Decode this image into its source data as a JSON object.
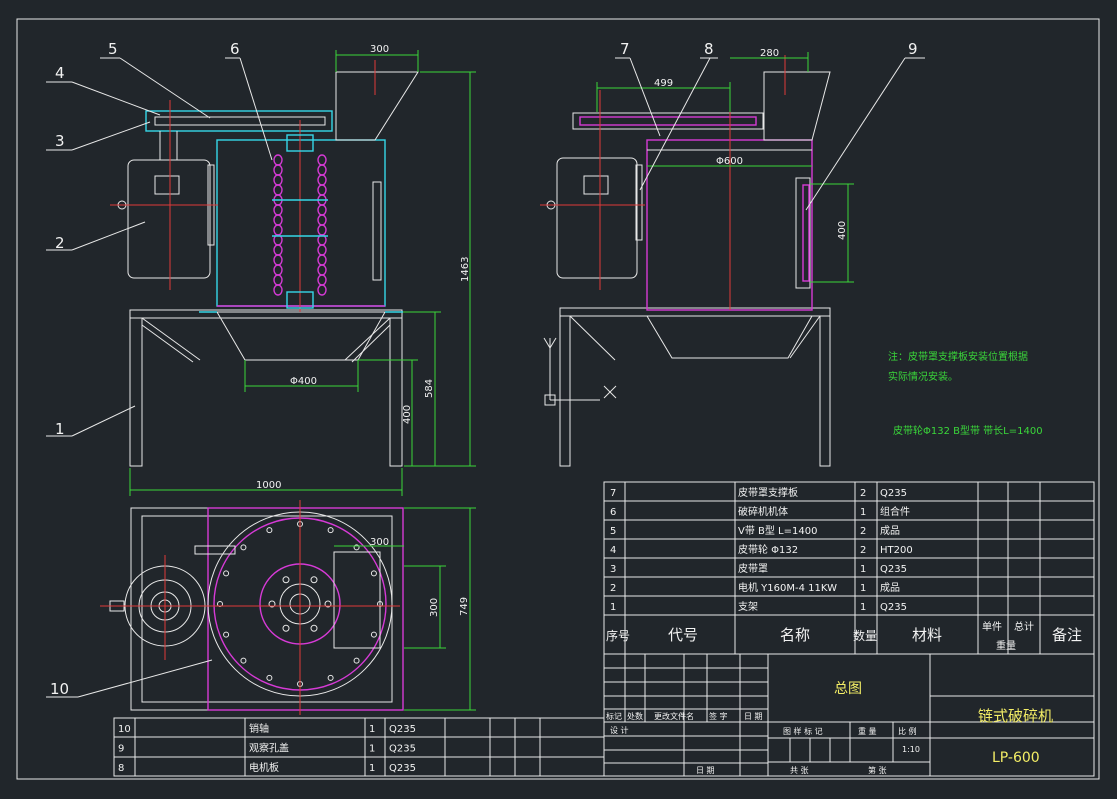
{
  "colors": {
    "background": "#21262b",
    "outline": "#e8e8e8",
    "cyan": "#36d7e8",
    "magenta": "#d63ad6",
    "red_centerline": "#e03a3a",
    "dimension_green": "#3ad63a",
    "table_text_yellow": "#f4ee66"
  },
  "balloons": [
    "1",
    "2",
    "3",
    "4",
    "5",
    "6",
    "7",
    "8",
    "9",
    "10"
  ],
  "dims": {
    "d300_top": "300",
    "d280": "280",
    "d499": "499",
    "d600": "Φ600",
    "d400_door": "400",
    "d1463": "1463",
    "d400_base": "Φ400",
    "d584": "584",
    "d400_leg": "400",
    "d1000": "1000",
    "d300_plan_w": "300",
    "d300_plan_h": "300",
    "d749": "749"
  },
  "notes": {
    "line1": "注：皮带罩支撑板安装位置根据",
    "line2": "实际情况安装。",
    "belt": "皮带轮Φ132 B型带 带长L=1400"
  },
  "bom_right": [
    {
      "no": "7",
      "name": "皮带罩支撑板",
      "qty": "2",
      "mat": "Q235"
    },
    {
      "no": "6",
      "name": "破碎机机体",
      "qty": "1",
      "mat": "组合件"
    },
    {
      "no": "5",
      "name": "V带 B型 L=1400",
      "qty": "2",
      "mat": "成品"
    },
    {
      "no": "4",
      "name": "皮带轮 Φ132",
      "qty": "2",
      "mat": "HT200"
    },
    {
      "no": "3",
      "name": "皮带罩",
      "qty": "1",
      "mat": "Q235"
    },
    {
      "no": "2",
      "name": "电机 Y160M-4 11KW",
      "qty": "1",
      "mat": "成品"
    },
    {
      "no": "1",
      "name": "支架",
      "qty": "1",
      "mat": "Q235"
    }
  ],
  "bom_header": {
    "no": "序号",
    "code": "代号",
    "name": "名称",
    "qty": "数量",
    "mat": "材料",
    "unit": "单件",
    "total": "总计",
    "weight": "重量",
    "remark": "备注"
  },
  "bom_left": [
    {
      "no": "10",
      "name": "销轴",
      "qty": "1",
      "mat": "Q235"
    },
    {
      "no": "9",
      "name": "观察孔盖",
      "qty": "1",
      "mat": "Q235"
    },
    {
      "no": "8",
      "name": "电机板",
      "qty": "1",
      "mat": "Q235"
    }
  ],
  "title_block": {
    "assembly": "总图",
    "machine": "链式破碎机",
    "model": "LP-600",
    "scale": "1:10",
    "labels": {
      "mark": "标记",
      "count": "处数",
      "file": "更改文件名",
      "sign": "签 字",
      "date_small": "日 期",
      "design": "设 计",
      "date": "日 期",
      "stage": "图 样 标 记",
      "weight": "重 量",
      "scale": "比 例",
      "sheet_total": "共 张",
      "sheet_no": "第 张"
    }
  }
}
